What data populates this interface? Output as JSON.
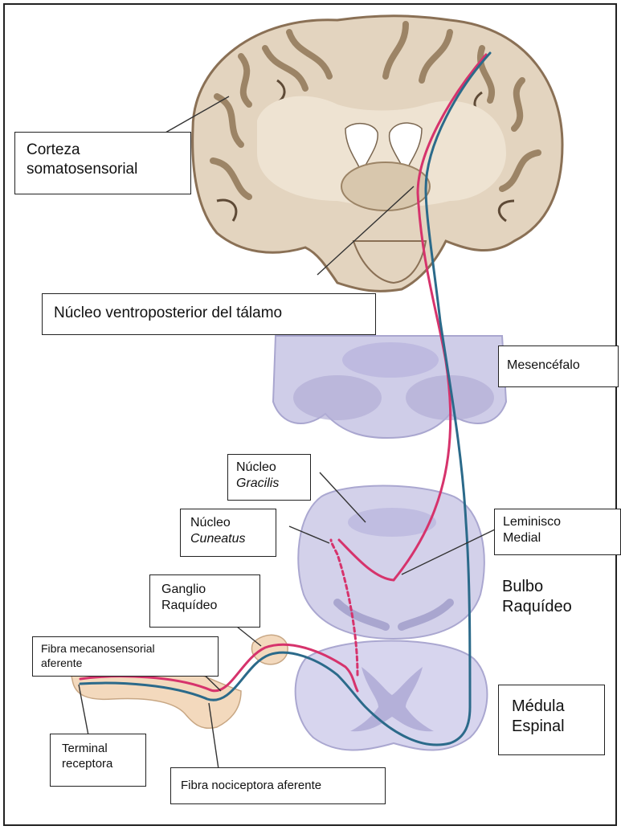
{
  "labels": {
    "cortex": [
      "Corteza",
      "somatosensorial"
    ],
    "thalamus": "Núcleo ventroposterior del tálamo",
    "midbrain": "Mesencéfalo",
    "gracilis": [
      "Núcleo",
      "Gracilis"
    ],
    "cuneatus": [
      "Núcleo",
      "Cuneatus"
    ],
    "lemniscus": [
      "Leminisco",
      "Medial"
    ],
    "medulla_oblongata": [
      "Bulbo",
      "Raquídeo"
    ],
    "ganglion": [
      "Ganglio",
      "Raquídeo"
    ],
    "mechano_fiber": [
      "Fibra mecanosensorial",
      "aferente"
    ],
    "spinal_cord": [
      "Médula",
      "Espinal"
    ],
    "receptor": [
      "Terminal",
      "receptora"
    ],
    "nociceptor_fiber": "Fibra nociceptora aferente"
  },
  "colors": {
    "mechanosensory_pathway": "#d6336c",
    "nociceptive_pathway": "#2b6a8a",
    "brain_tissue": "#e3d4bf",
    "brain_gyri_outline": "#8a7055",
    "brainstem_sections": "#c9c7e3",
    "skin": "#f3d9bd"
  }
}
